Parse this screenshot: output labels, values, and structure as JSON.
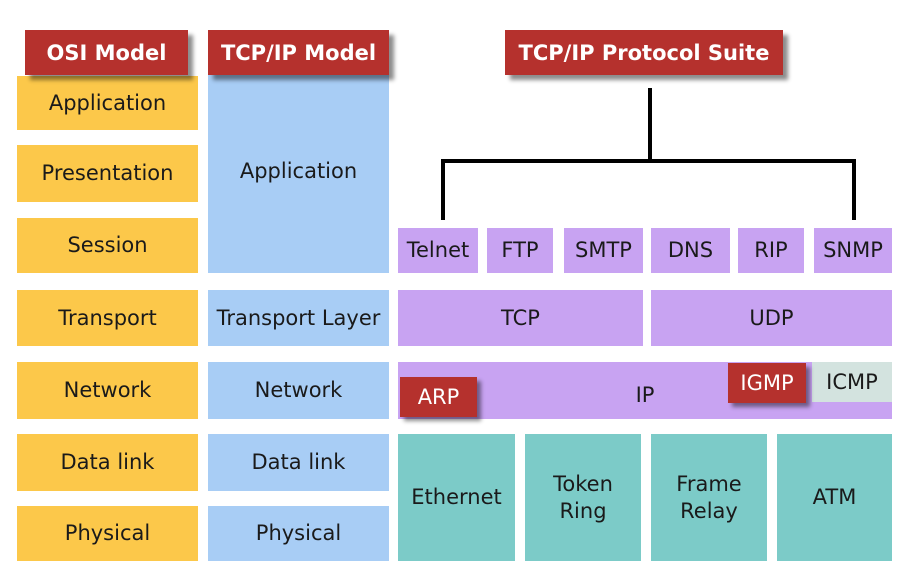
{
  "headers": {
    "osi": "OSI Model",
    "tcpip": "TCP/IP Model",
    "suite": "TCP/IP Protocol Suite"
  },
  "osi_layers": [
    "Application",
    "Presentation",
    "Session",
    "Transport",
    "Network",
    "Data link",
    "Physical"
  ],
  "tcpip_layers": {
    "application": "Application",
    "transport": "Transport Layer",
    "network": "Network",
    "datalink": "Data link",
    "physical": "Physical"
  },
  "application_protocols": [
    "Telnet",
    "FTP",
    "SMTP",
    "DNS",
    "RIP",
    "SNMP"
  ],
  "transport_protocols": [
    "TCP",
    "UDP"
  ],
  "network_protocols": {
    "ip": "IP",
    "arp": "ARP",
    "igmp": "IGMP",
    "icmp": "ICMP"
  },
  "link_technologies": [
    "Ethernet",
    "Token\nRing",
    "Frame\nRelay",
    "ATM"
  ],
  "colors": {
    "header": "#b5312d",
    "osi": "#fcc84a",
    "tcpip": "#a8cdf5",
    "protocol": "#c8a3f2",
    "link": "#7ccbc8",
    "icmp": "#d3e3df"
  }
}
